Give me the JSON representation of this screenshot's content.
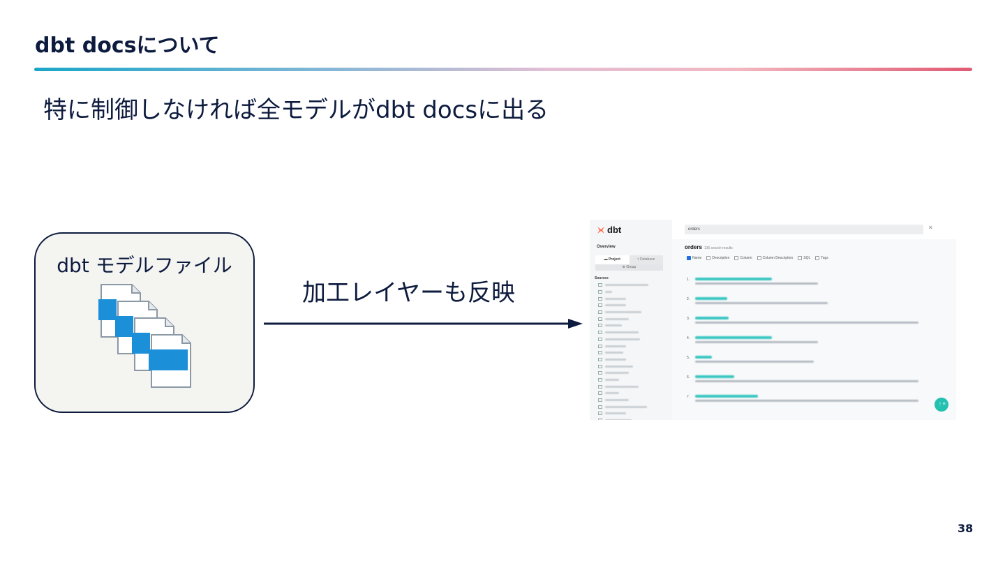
{
  "slide": {
    "title": "dbt docsについて",
    "subtitle": "特に制御しなければ全モデルがdbt docsに出る",
    "page_number": "38",
    "colors": {
      "text": "#0d1b3e",
      "accent_start": "#1aa6c8",
      "accent_end": "#e05a72",
      "file_blue": "#1b8fd8"
    }
  },
  "left_box": {
    "label": "dbt モデルファイル",
    "icon": "stacked-file-icons"
  },
  "arrow": {
    "label": "加工レイヤーも反映"
  },
  "screenshot": {
    "logo_text": "dbt",
    "search_value": "orders",
    "close_icon": "close-icon",
    "sidebar": {
      "overview": "Overview",
      "tab_project": "Project",
      "tab_database": "Database",
      "group": "Group",
      "sources_heading": "Sources"
    },
    "results_heading": "orders",
    "results_count": "136 search results",
    "filters": [
      {
        "label": "Name",
        "checked": true
      },
      {
        "label": "Description",
        "checked": false
      },
      {
        "label": "Column",
        "checked": false
      },
      {
        "label": "Column Description",
        "checked": false
      },
      {
        "label": "SQL",
        "checked": false
      },
      {
        "label": "Tags",
        "checked": false
      }
    ],
    "result_numbers": [
      "1.",
      "2.",
      "3.",
      "4.",
      "5.",
      "6.",
      "7."
    ]
  }
}
